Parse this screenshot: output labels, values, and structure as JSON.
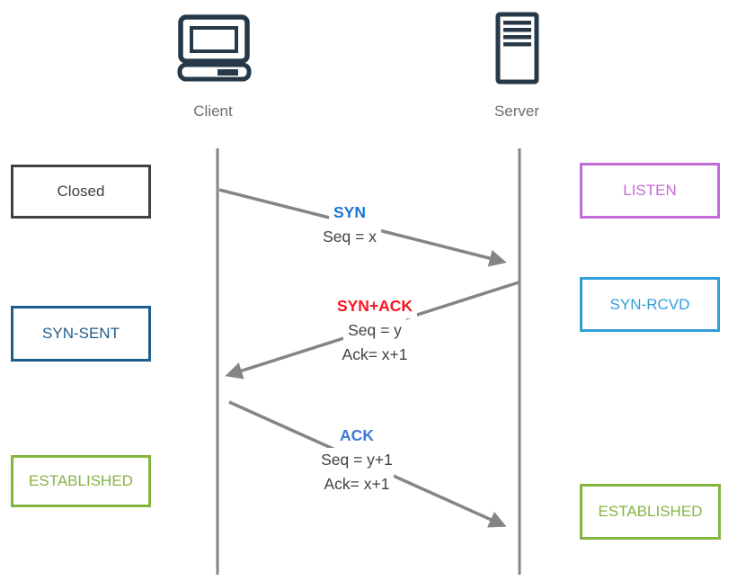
{
  "actors": {
    "client": {
      "label": "Client",
      "icon": "computer-icon"
    },
    "server": {
      "label": "Server",
      "icon": "server-tower-icon"
    }
  },
  "client_states": [
    {
      "label": "Closed",
      "color": "#414141"
    },
    {
      "label": "SYN-SENT",
      "color": "#1f5d8c"
    },
    {
      "label": "ESTABLISHED",
      "color": "#84b541"
    }
  ],
  "server_states": [
    {
      "label": "LISTEN",
      "color": "#c36bd6"
    },
    {
      "label": "SYN-RCVD",
      "color": "#2e9fd8"
    },
    {
      "label": "ESTABLISHED",
      "color": "#84b541"
    }
  ],
  "messages": [
    {
      "label": "SYN",
      "label_color": "#1b74d2",
      "from": "client",
      "to": "server",
      "details": [
        "Seq = x"
      ]
    },
    {
      "label": "SYN+ACK",
      "label_color": "#fb1320",
      "from": "server",
      "to": "client",
      "details": [
        "Seq = y",
        "Ack= x+1"
      ]
    },
    {
      "label": "ACK",
      "label_color": "#3e79d8",
      "from": "client",
      "to": "server",
      "details": [
        "Seq = y+1",
        "Ack= x+1"
      ]
    }
  ],
  "colors": {
    "lifeline_and_arrows": "#858585",
    "detail_text": "#414042",
    "icon_stroke": "#273949",
    "actor_label_text": "#6e6e6e"
  }
}
